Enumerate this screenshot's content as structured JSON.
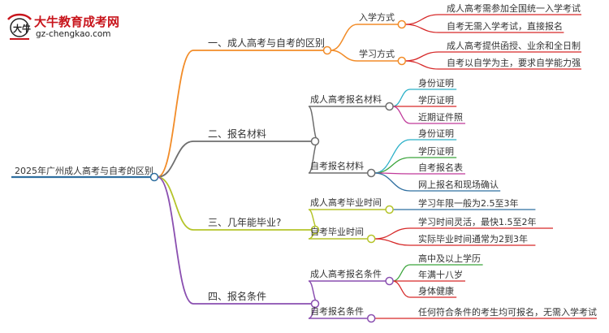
{
  "logo": {
    "name": "大牛教育成考网",
    "url": "gz-chengkao.com",
    "mark_text": "大牛"
  },
  "colors": {
    "root_line": "#2f6fa0",
    "branch_orange": "#f28c28",
    "branch_gray": "#6e6e6e",
    "branch_yellow": "#b5c42a",
    "branch_purple": "#8a4fb0",
    "leaf_red": "#d62828",
    "leaf_green": "#3aa43a",
    "leaf_cyan": "#2bb0c8",
    "leaf_magenta": "#c0399a",
    "leaf_blue": "#2f6fa0",
    "logo_red": "#c8151c"
  },
  "mindmap": {
    "root": "2025年广州成人高考与自考的区别",
    "sections": [
      {
        "title": "一、成人高考与自考的区别",
        "subs": [
          {
            "title": "入学方式",
            "leaves": [
              "成人高考需参加全国统一入学考试",
              "自考无需入学考试，直接报名"
            ]
          },
          {
            "title": "学习方式",
            "leaves": [
              "成人高考提供函授、业余和全日制",
              "自考以自学为主，要求自学能力强"
            ]
          }
        ]
      },
      {
        "title": "二、报名材料",
        "subs": [
          {
            "title": "成人高考报名材料",
            "leaves": [
              "身份证明",
              "学历证明",
              "近期证件照"
            ]
          },
          {
            "title": "自考报名材料",
            "leaves": [
              "身份证明",
              "学历证明",
              "自考报名表",
              "网上报名和现场确认"
            ]
          }
        ]
      },
      {
        "title": "三、几年能毕业?",
        "subs": [
          {
            "title": "成人高考毕业时间",
            "leaves": [
              "学习年限一般为2.5至3年"
            ]
          },
          {
            "title": "自考毕业时间",
            "leaves": [
              "学习时间灵活，最快1.5至2年",
              "实际毕业时间通常为2到3年"
            ]
          }
        ]
      },
      {
        "title": "四、报名条件",
        "subs": [
          {
            "title": "成人高考报名条件",
            "leaves": [
              "高中及以上学历",
              "年满十八岁",
              "身体健康"
            ]
          },
          {
            "title": "自考报名条件",
            "leaves": [
              "任何符合条件的考生均可报名，无需入学考试"
            ]
          }
        ]
      }
    ]
  }
}
